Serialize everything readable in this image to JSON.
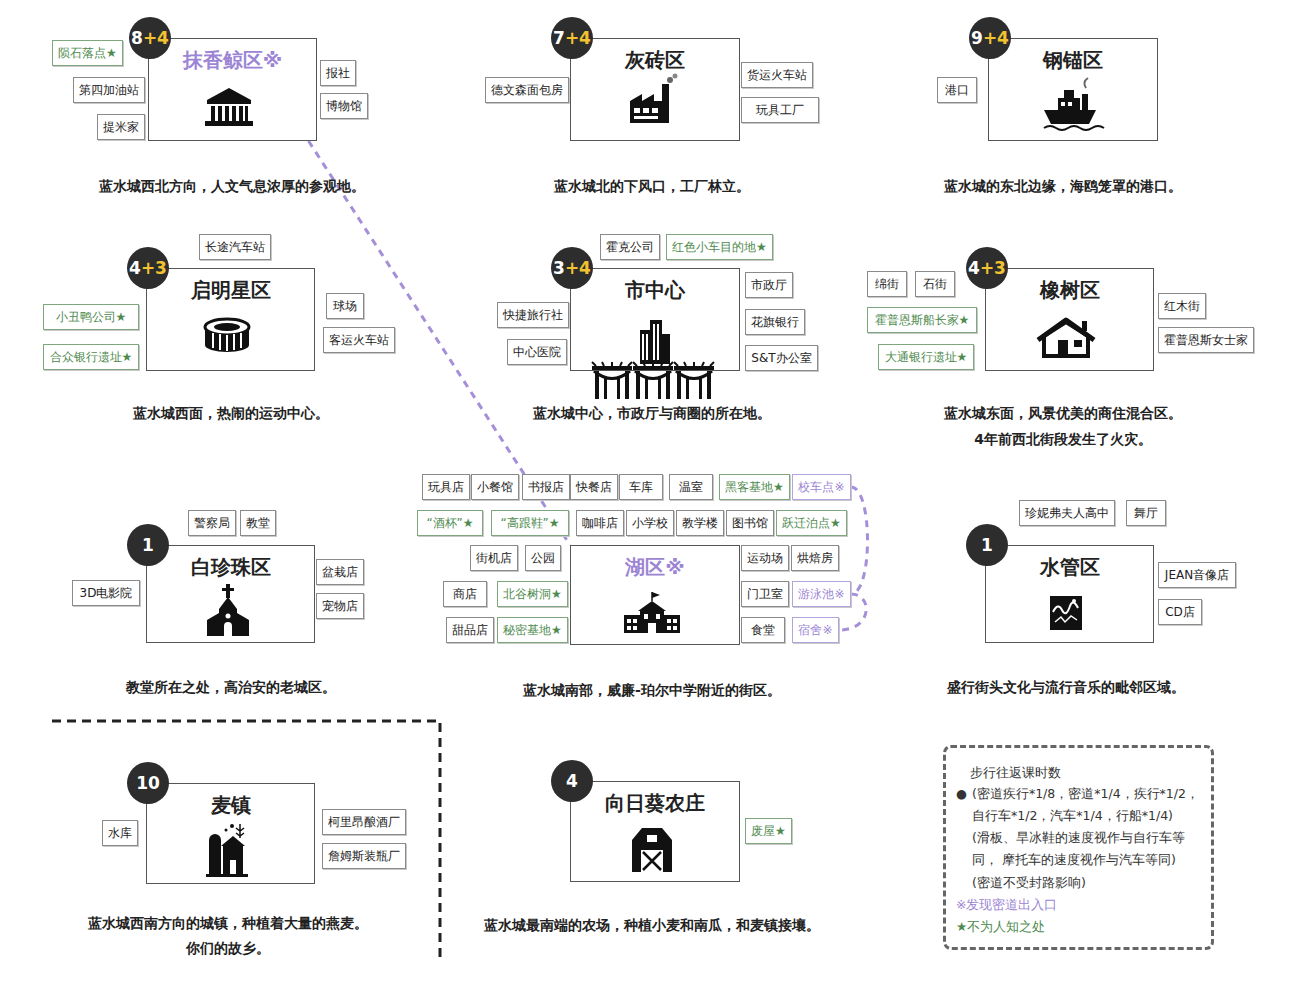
{
  "diagram": {
    "nodes": [
      {
        "text": [
          "抹香鲸区※"
        ]
      },
      {
        "text": [
          "8",
          "+4"
        ]
      },
      {
        "text": [
          "陨石落点★"
        ]
      },
      {
        "text": [
          "第四加油站"
        ]
      },
      {
        "text": [
          "提米家"
        ]
      },
      {
        "text": [
          "报社"
        ]
      },
      {
        "text": [
          "博物馆"
        ]
      },
      {
        "text": [
          "灰砖区"
        ]
      },
      {
        "text": [
          "7",
          "+4"
        ]
      },
      {
        "text": [
          "德文森面包房"
        ]
      },
      {
        "text": [
          "货运火车站"
        ]
      },
      {
        "text": [
          "玩具工厂"
        ]
      },
      {
        "text": [
          "钢锚区"
        ]
      },
      {
        "text": [
          "9",
          "+4"
        ]
      },
      {
        "text": [
          "港口"
        ]
      },
      {
        "text": [
          "启明星区"
        ]
      },
      {
        "text": [
          "4",
          "+3"
        ]
      },
      {
        "text": [
          "长途汽车站"
        ]
      },
      {
        "text": [
          "小丑鸭公司★"
        ]
      },
      {
        "text": [
          "合众银行遗址★"
        ]
      },
      {
        "text": [
          "球场"
        ]
      },
      {
        "text": [
          "客运火车站"
        ]
      },
      {
        "text": [
          "市中心"
        ]
      },
      {
        "text": [
          "3",
          "+4"
        ]
      },
      {
        "text": [
          "霍克公司"
        ]
      },
      {
        "text": [
          "红色小车目的地★"
        ]
      },
      {
        "text": [
          "快捷旅行社"
        ]
      },
      {
        "text": [
          "中心医院"
        ]
      },
      {
        "text": [
          "市政厅"
        ]
      },
      {
        "text": [
          "花旗银行"
        ]
      },
      {
        "text": [
          "S&T办公室"
        ]
      },
      {
        "text": [
          "橡树区"
        ]
      },
      {
        "text": [
          "4",
          "+3"
        ]
      },
      {
        "text": [
          "绵街"
        ]
      },
      {
        "text": [
          "石街"
        ]
      },
      {
        "text": [
          "霍普恩斯船长家★"
        ]
      },
      {
        "text": [
          "大通银行遗址★"
        ]
      },
      {
        "text": [
          "红木街"
        ]
      },
      {
        "text": [
          "霍普恩斯女士家"
        ]
      },
      {
        "text": [
          "白珍珠区"
        ]
      },
      {
        "text": [
          "1"
        ]
      },
      {
        "text": [
          "警察局"
        ]
      },
      {
        "text": [
          "教堂"
        ]
      },
      {
        "text": [
          "3D电影院"
        ]
      },
      {
        "text": [
          "盆栽店"
        ]
      },
      {
        "text": [
          "宠物店"
        ]
      },
      {
        "text": [
          "湖区※"
        ]
      },
      {
        "text": [
          "玩具店"
        ]
      },
      {
        "text": [
          "小餐馆"
        ]
      },
      {
        "text": [
          "书报店"
        ]
      },
      {
        "text": [
          "快餐店"
        ]
      },
      {
        "text": [
          "车库"
        ]
      },
      {
        "text": [
          "温室"
        ]
      },
      {
        "text": [
          "黑客基地★"
        ]
      },
      {
        "text": [
          "校车点※"
        ]
      },
      {
        "text": [
          "“酒杯”★"
        ]
      },
      {
        "text": [
          "“高跟鞋”★"
        ]
      },
      {
        "text": [
          "咖啡店"
        ]
      },
      {
        "text": [
          "小学校"
        ]
      },
      {
        "text": [
          "教学楼"
        ]
      },
      {
        "text": [
          "图书馆"
        ]
      },
      {
        "text": [
          "跃迁泊点★"
        ]
      },
      {
        "text": [
          "街机店"
        ]
      },
      {
        "text": [
          "公园"
        ]
      },
      {
        "text": [
          "商店"
        ]
      },
      {
        "text": [
          "北谷树洞★"
        ]
      },
      {
        "text": [
          "甜品店"
        ]
      },
      {
        "text": [
          "秘密基地★"
        ]
      },
      {
        "text": [
          "运动场"
        ]
      },
      {
        "text": [
          "烘焙房"
        ]
      },
      {
        "text": [
          "门卫室"
        ]
      },
      {
        "text": [
          "游泳池※"
        ]
      },
      {
        "text": [
          "食堂"
        ]
      },
      {
        "text": [
          "宿舍※"
        ]
      },
      {
        "text": [
          "水管区"
        ]
      },
      {
        "text": [
          "1"
        ]
      },
      {
        "text": [
          "珍妮弗夫人高中"
        ]
      },
      {
        "text": [
          "舞厅"
        ]
      },
      {
        "text": [
          "JEAN音像店"
        ]
      },
      {
        "text": [
          "CD店"
        ]
      },
      {
        "text": [
          "麦镇"
        ]
      },
      {
        "text": [
          "10"
        ]
      },
      {
        "text": [
          "水库"
        ]
      },
      {
        "text": [
          "柯里昂酿酒厂"
        ]
      },
      {
        "text": [
          "詹姆斯装瓶厂"
        ]
      },
      {
        "text": [
          "向日葵农庄"
        ]
      },
      {
        "text": [
          "4"
        ]
      },
      {
        "text": [
          "废屋★"
        ]
      },
      {
        "text": [
          "步行往返课时数",
          "●",
          "(密道疾行*1/8，密道*1/4，疾行*1/2， 自行车*1/2，汽车*1/4，行船*1/4)",
          "(滑板、旱冰鞋的速度视作与自行车等同， 摩托车的速度视作与汽车等同)",
          "(密道不受封路影响)",
          "※发现密道出入口",
          "★不为人知之处"
        ]
      }
    ],
    "edges": [
      {
        "from": 0,
        "to": 46,
        "arrow": "none"
      },
      {
        "from": 54,
        "to": 71,
        "arrow": "none"
      },
      {
        "from": 71,
        "to": 73,
        "arrow": "none"
      }
    ],
    "labels": [
      "蓝水城西北方向，人文气息浓厚的参观地。",
      "蓝水城北的下风口，工厂林立。",
      "蓝水城的东北边缘，海鸥笼罩的港口。",
      "蓝水城西面，热闹的运动中心。",
      "蓝水城中心，市政厅与商圈的所在地。",
      "蓝水城东面，风景优美的商住混合区。",
      "4年前西北街段发生了火灾。",
      "教堂所在之处，高治安的老城区。",
      "蓝水城南部，威廉-珀尔中学附近的街区。",
      "盛行街头文化与流行音乐的毗邻区域。",
      "蓝水城西南方向的城镇，种植着大量的燕麦。",
      "你们的故乡。",
      "蓝水城最南端的农场，种植小麦和南瓜，和麦镇接壤。"
    ]
  }
}
